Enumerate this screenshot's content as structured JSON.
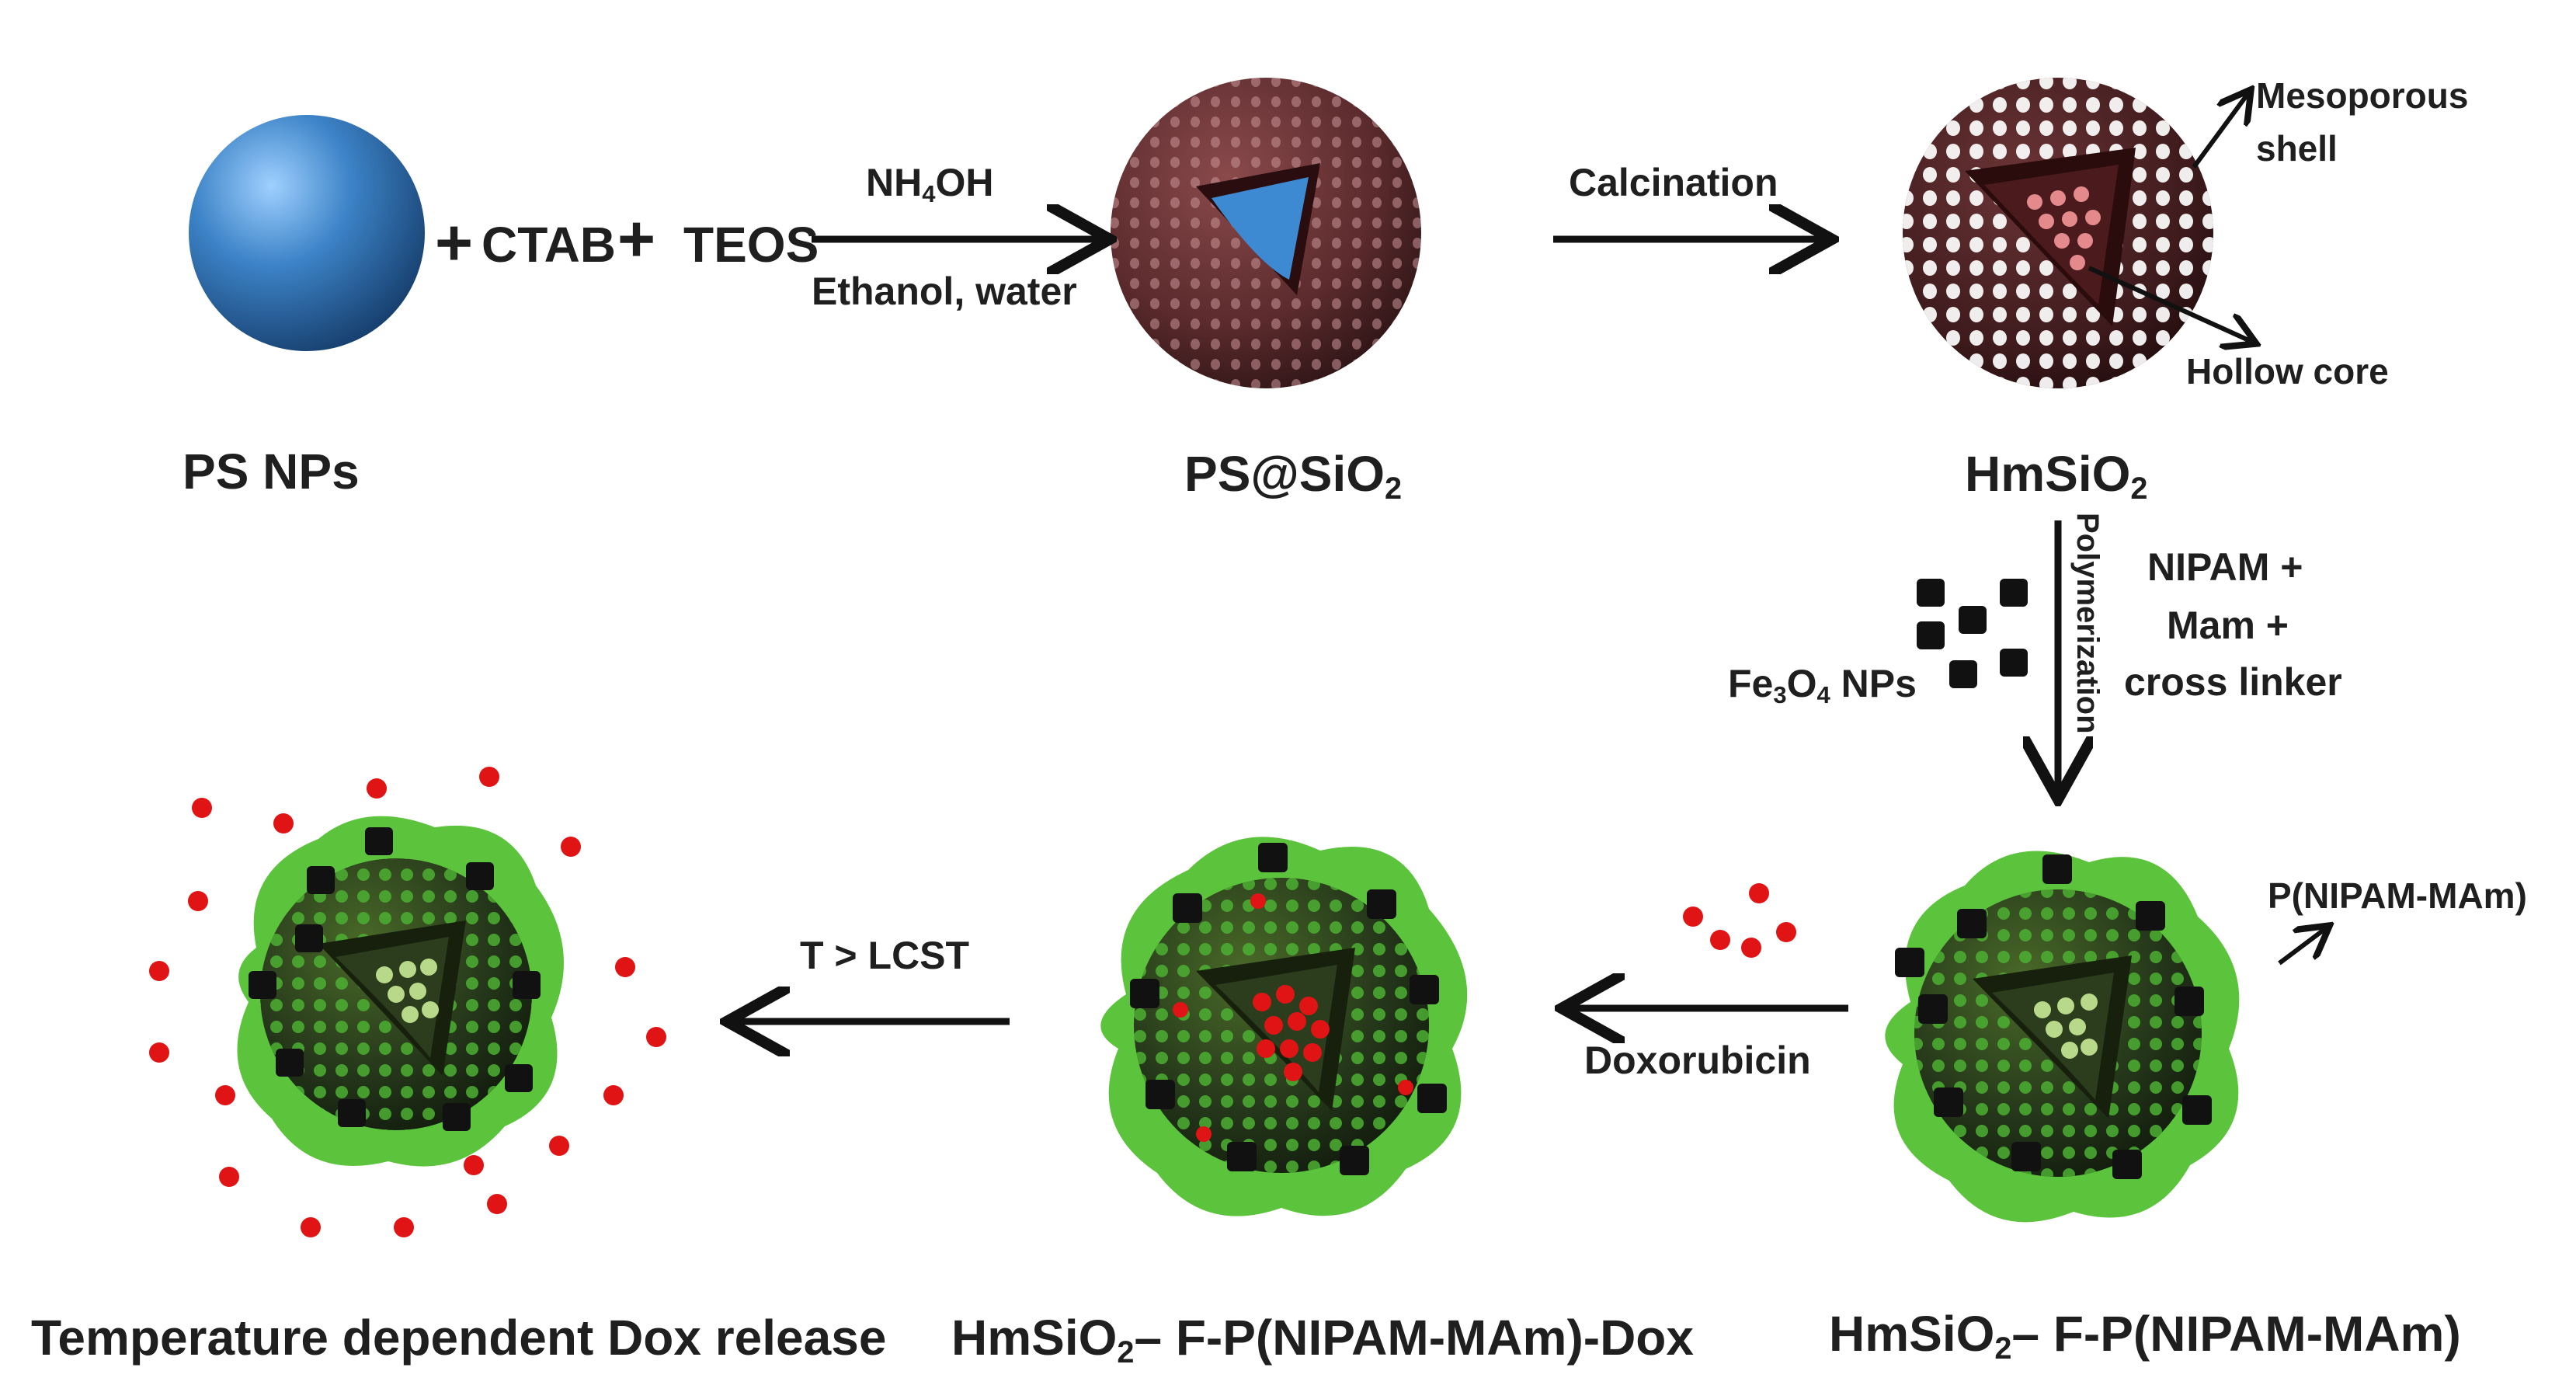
{
  "top_row": {
    "reagents": {
      "plus_1": "+",
      "ctab": "CTAB",
      "plus_2": "+",
      "teos": "TEOS"
    },
    "step_1": {
      "reagent_main": "NH",
      "reagent_sub": "4",
      "reagent_tail": "OH",
      "solvent": "Ethanol, water"
    },
    "step_2": {
      "label": "Calcination"
    },
    "particle_labels": {
      "ps": "PS  NPs",
      "ps_sio2_main": "PS@SiO",
      "ps_sio2_sub": "2",
      "hmsio2_main": "HmSiO",
      "hmsio2_sub": "2"
    },
    "annotations": {
      "shell_line1": "Mesoporous",
      "shell_line2": "shell",
      "core": "Hollow core"
    }
  },
  "vertical_step": {
    "process": "Polymerization",
    "fe_main": "Fe",
    "fe_sub1": "3",
    "fe_o": "O",
    "fe_sub2": "4",
    "fe_tail": " NPs",
    "monomers": [
      "NIPAM +",
      "Mam +",
      "cross linker"
    ]
  },
  "bottom_row": {
    "polymer_annotation": "P(NIPAM-MAm)",
    "drug_step": "Doxorubicin",
    "release_step": "T > LCST",
    "particle_labels": {
      "release": "Temperature dependent Dox release",
      "loaded_main": "HmSiO",
      "loaded_sub": "2",
      "loaded_tail": "– F-P(NIPAM-MAm)-Dox",
      "composite_main": "HmSiO",
      "composite_sub": "2",
      "composite_tail": "– F-P(NIPAM-MAm)"
    }
  },
  "colors": {
    "ps_sphere": "#3c83c7",
    "brown_shell": "#5a2a2c",
    "pore_light": "#d9a8aa",
    "hollow_core": "#e48a8c",
    "polymer_green": "#5cc43c",
    "dark_mesh": "#1d2a12",
    "fe3o4": "#111111",
    "dox_red": "#e01414",
    "arrow": "#111111"
  }
}
